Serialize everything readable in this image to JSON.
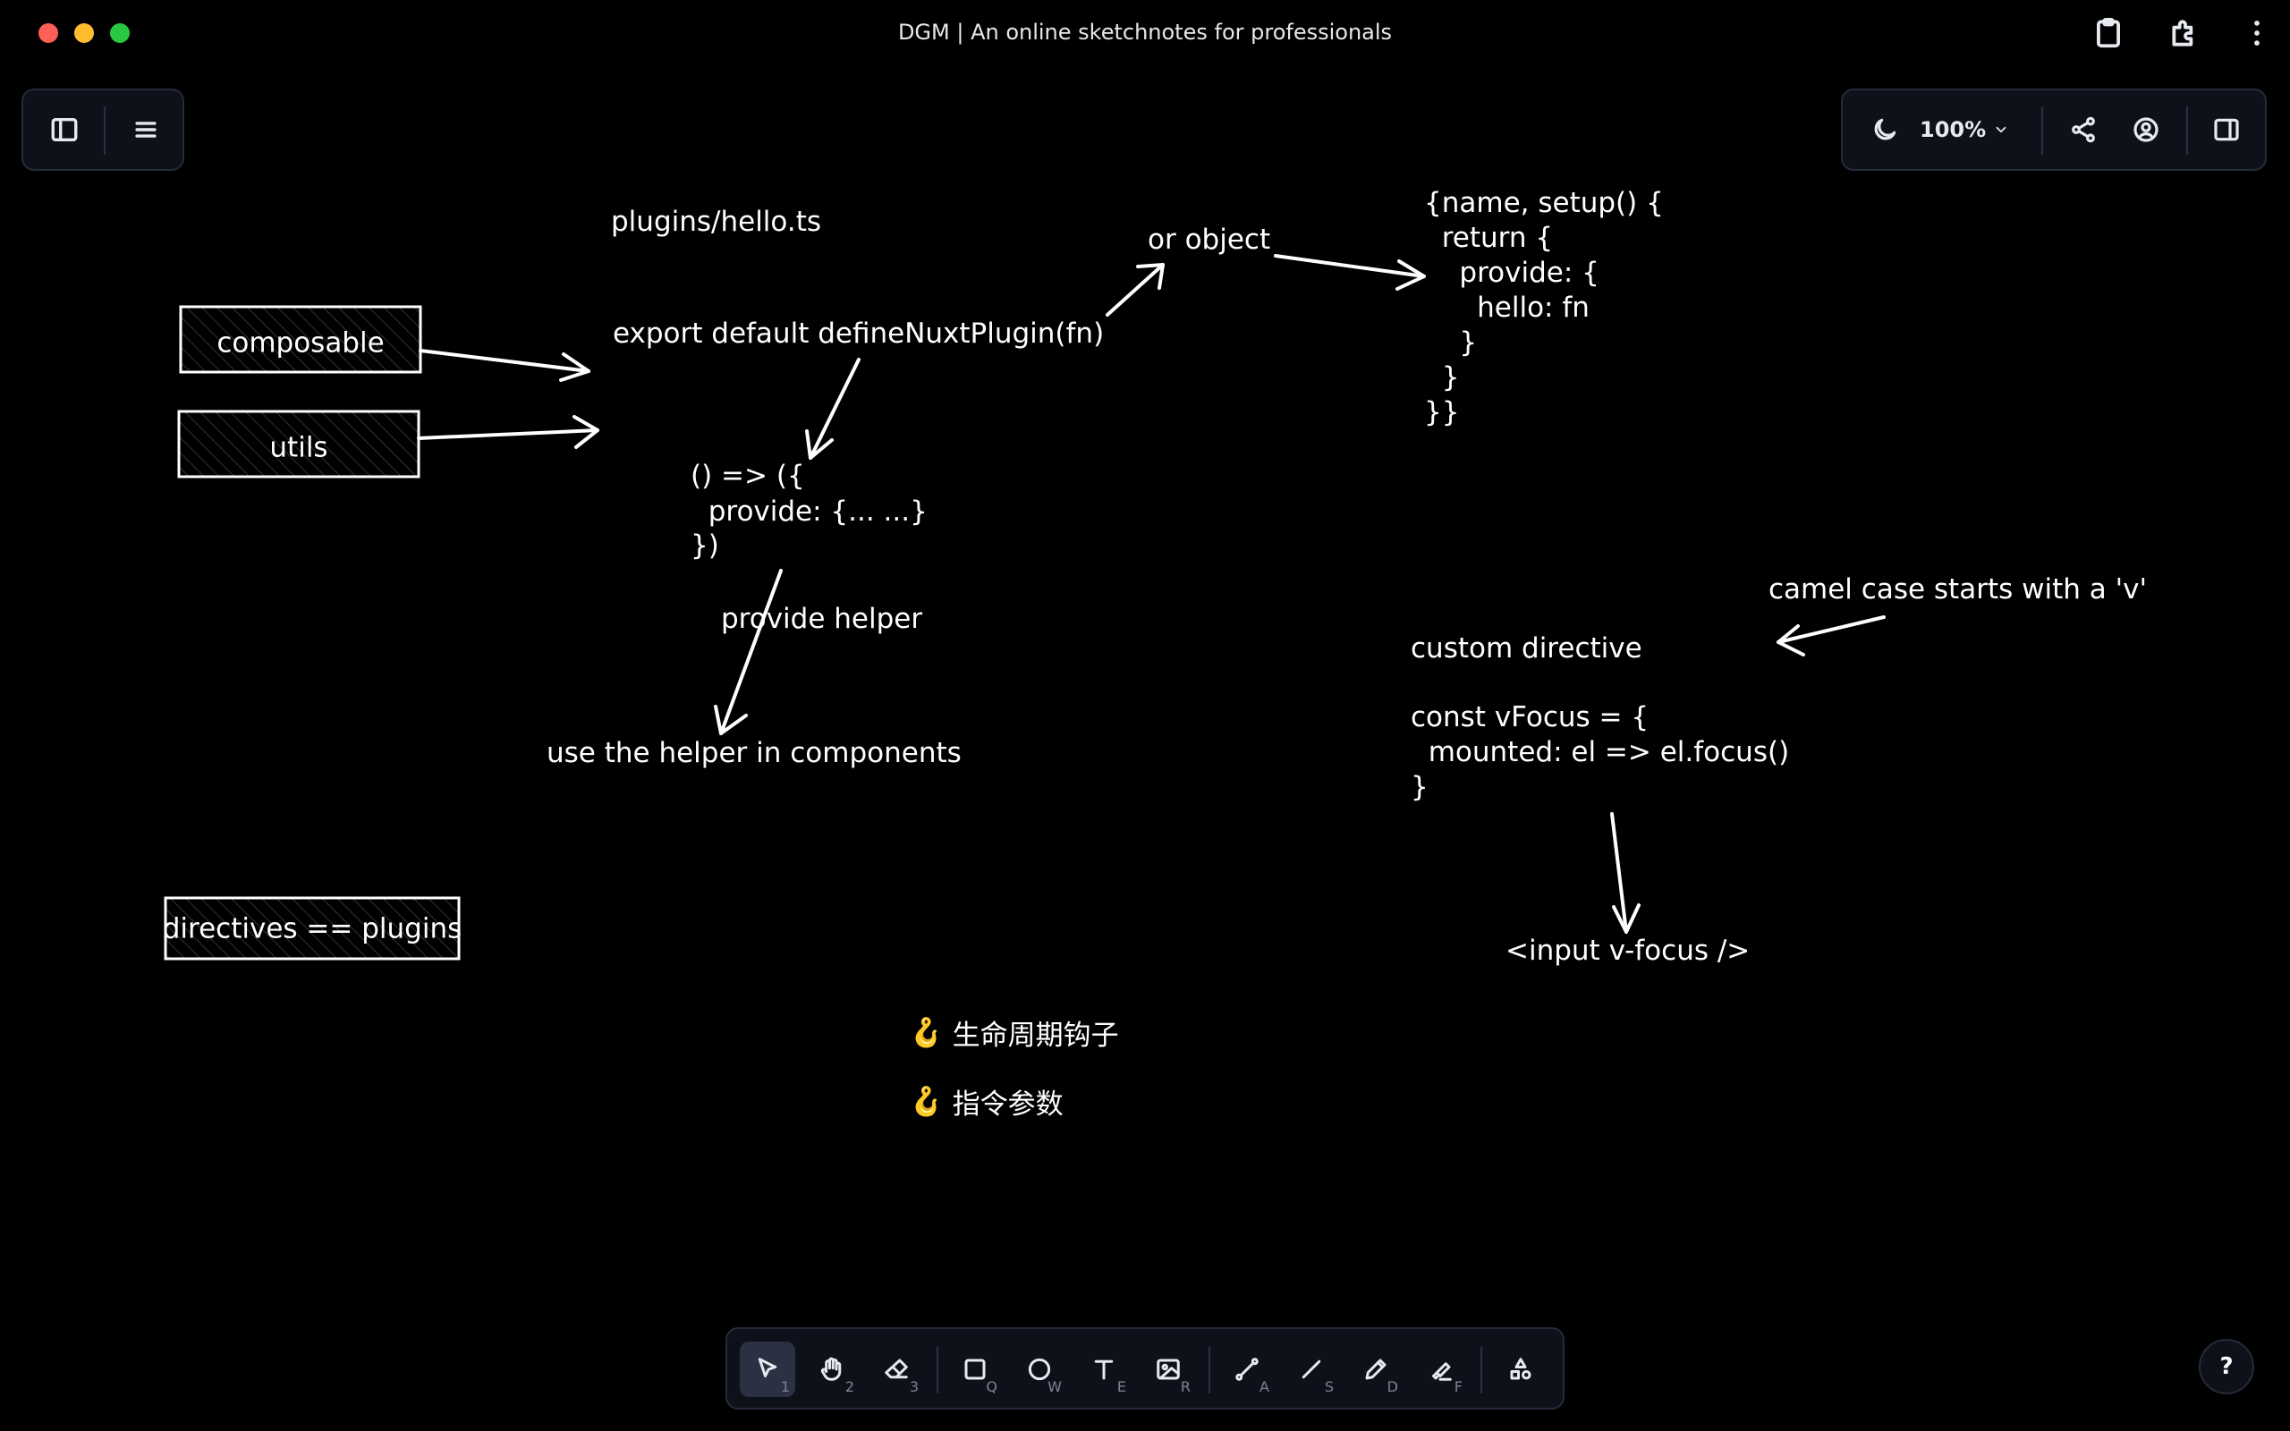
{
  "window": {
    "title": "DGM | An online sketchnotes for professionals"
  },
  "header": {
    "zoom": "100%"
  },
  "canvas": {
    "labels": {
      "plugins_file": "plugins/hello.ts",
      "export_default": "export default defineNuxtPlugin(fn)",
      "or_object": "or object",
      "provide_helper": "provide helper",
      "use_helper": "use the helper in components",
      "custom_directive": "custom directive",
      "camel_case": "camel case starts with a 'v'",
      "input_vfocus": "<input v-focus />"
    },
    "boxes": {
      "composable": "composable",
      "utils": "utils",
      "directives": "directives == plugins"
    },
    "code_arrow_fn": [
      "() => ({",
      "  provide: {... ...}",
      "})"
    ],
    "code_object": [
      "{name, setup() {",
      "  return {",
      "    provide: {",
      "      hello: fn",
      "    }",
      "  }",
      "}}"
    ],
    "code_vfocus": [
      "const vFocus = {",
      "  mounted: el => el.focus()",
      "}"
    ],
    "notes": [
      {
        "emoji": "🪝",
        "text": "生命周期钩子"
      },
      {
        "emoji": "🪝",
        "text": "指令参数"
      }
    ]
  },
  "toolbar": {
    "tools": [
      {
        "name": "select",
        "key": "1"
      },
      {
        "name": "hand",
        "key": "2"
      },
      {
        "name": "eraser",
        "key": "3"
      },
      {
        "name": "rectangle",
        "key": "Q"
      },
      {
        "name": "ellipse",
        "key": "W"
      },
      {
        "name": "text",
        "key": "E"
      },
      {
        "name": "image",
        "key": "R"
      },
      {
        "name": "connector",
        "key": "A"
      },
      {
        "name": "line",
        "key": "S"
      },
      {
        "name": "freehand",
        "key": "D"
      },
      {
        "name": "highlighter",
        "key": "F"
      }
    ]
  },
  "help": {
    "label": "?"
  }
}
